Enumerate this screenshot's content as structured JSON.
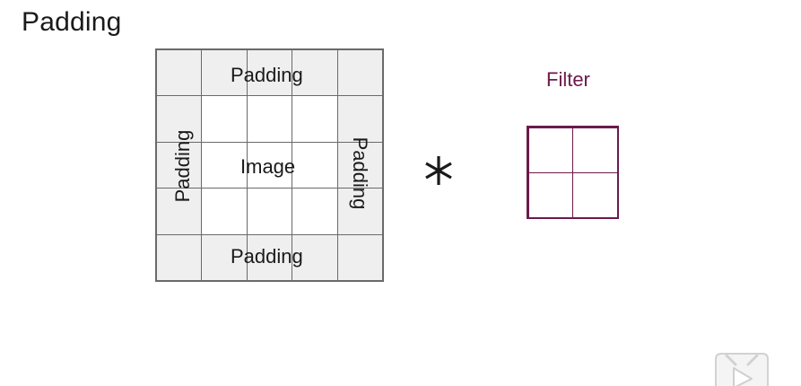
{
  "slide": {
    "title": "Padding"
  },
  "diagram": {
    "padding_top_label": "Padding",
    "padding_bottom_label": "Padding",
    "padding_left_label": "Padding",
    "padding_right_label": "Padding",
    "image_label": "Image",
    "operator_symbol": "*",
    "filter_label": "Filter",
    "padded_grid_size": 5,
    "filter_grid_size": 2
  },
  "colors": {
    "text": "#1a1a1a",
    "padding_fill": "#efefef",
    "grid_line": "#6a6a6a",
    "filter_accent": "#6b1a4a"
  },
  "controls": {
    "play_icon": "play-icon"
  }
}
